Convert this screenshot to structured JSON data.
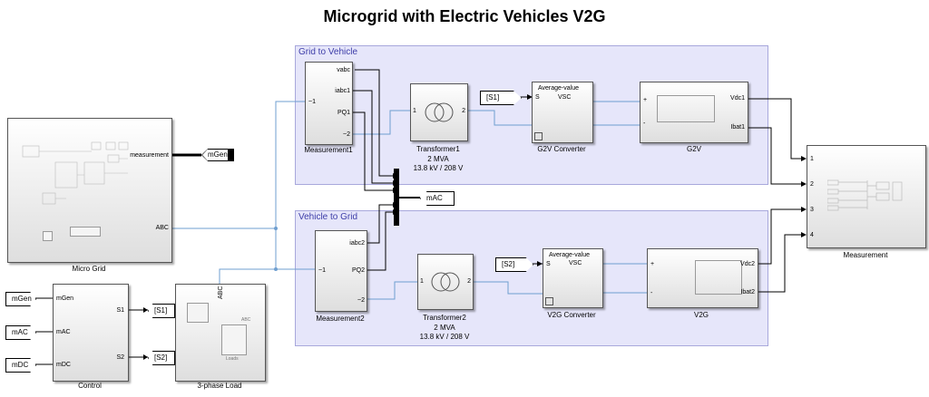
{
  "title": "Microgrid with Electric Vehicles V2G",
  "areas": {
    "g2v": "Grid to Vehicle",
    "v2g": "Vehicle to Grid"
  },
  "blocks": {
    "micro_grid": {
      "caption": "Micro Grid",
      "port_measurement": "measurement",
      "port_abc": "ABC"
    },
    "control": {
      "caption": "Control",
      "in1": "mGen",
      "in2": "mAC",
      "in3": "mDC",
      "out1": "S1",
      "out2": "S2"
    },
    "load": {
      "caption": "3-phase Load",
      "port": "ABC",
      "inner_port": "ABC",
      "inner_label": "Loads"
    },
    "measurement1": {
      "caption": "Measurement1",
      "out1": "vabc",
      "out2": "iabc1",
      "out3": "PQ1",
      "in1": "~1",
      "in2": "~2"
    },
    "measurement2": {
      "caption": "Measurement2",
      "out1": "iabc2",
      "out2": "PQ2",
      "in1": "~1",
      "in2": "~2"
    },
    "transformer1": {
      "caption": "Transformer1",
      "rating": "2 MVA",
      "voltage": "13.8 kV / 208 V",
      "p1": "1",
      "p2": "2"
    },
    "transformer2": {
      "caption": "Transformer2",
      "rating": "2 MVA",
      "voltage": "13.8 kV / 208 V",
      "p1": "1",
      "p2": "2"
    },
    "g2v_converter": {
      "caption": "G2V Converter",
      "label1": "Average-value",
      "label2": "VSC",
      "in": "S"
    },
    "v2g_converter": {
      "caption": "V2G Converter",
      "label1": "Average-value",
      "label2": "VSC",
      "in": "S"
    },
    "g2v": {
      "caption": "G2V",
      "plus": "+",
      "minus": "-",
      "out1": "Vdc1",
      "out2": "Ibat1"
    },
    "v2g": {
      "caption": "V2G",
      "plus": "+",
      "minus": "-",
      "out1": "Vdc2",
      "out2": "Ibat2"
    },
    "measurement": {
      "caption": "Measurement",
      "in1": "1",
      "in2": "2",
      "in3": "3",
      "in4": "4"
    }
  },
  "tags": {
    "mGen_out": "mGen",
    "mAC_out": "mAC",
    "S1_out": "[S1]",
    "S2_out": "[S2]",
    "S1_in": "[S1]",
    "S2_in": "[S2]",
    "mGen_in": "mGen",
    "mAC_in": "mAC",
    "mDC_in": "mDC"
  },
  "colors": {
    "area_fill": "#e6e6fa",
    "area_border": "#a8a8dc",
    "physical_wire": "#6f9fd0",
    "signal_wire": "#000000"
  }
}
